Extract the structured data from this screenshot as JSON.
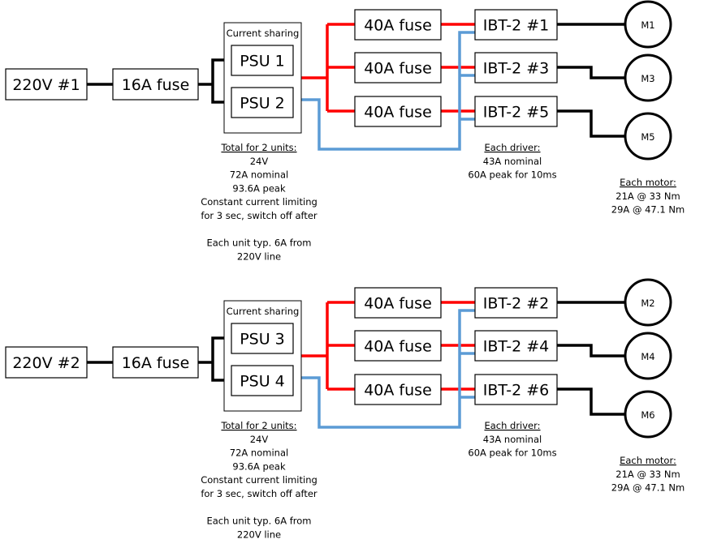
{
  "colors": {
    "black_wire": "#000000",
    "red_wire": "#ff0000",
    "blue_wire": "#5b9bd5"
  },
  "circuits": [
    {
      "mains": "220V #1",
      "main_fuse": "16A fuse",
      "sharing_label": "Current sharing",
      "psus": [
        "PSU 1",
        "PSU 2"
      ],
      "fuses": [
        "40A fuse",
        "40A fuse",
        "40A fuse"
      ],
      "drivers": [
        "IBT-2 #1",
        "IBT-2 #3",
        "IBT-2 #5"
      ],
      "motors": [
        "M1",
        "M3",
        "M5"
      ],
      "psu_note": {
        "heading": "Total for 2 units:",
        "lines": [
          "24V",
          "72A nominal",
          "93.6A peak",
          "Constant current limiting",
          "for 3 sec, switch off after",
          "",
          "Each unit typ. 6A from",
          "220V line"
        ]
      },
      "driver_note": {
        "heading": "Each driver:",
        "lines": [
          "43A nominal",
          "60A peak for 10ms"
        ]
      },
      "motor_note": {
        "heading": "Each motor:",
        "lines": [
          "21A @ 33 Nm",
          "29A @ 47.1 Nm"
        ]
      }
    },
    {
      "mains": "220V #2",
      "main_fuse": "16A fuse",
      "sharing_label": "Current sharing",
      "psus": [
        "PSU 3",
        "PSU 4"
      ],
      "fuses": [
        "40A fuse",
        "40A fuse",
        "40A fuse"
      ],
      "drivers": [
        "IBT-2 #2",
        "IBT-2 #4",
        "IBT-2 #6"
      ],
      "motors": [
        "M2",
        "M4",
        "M6"
      ],
      "psu_note": {
        "heading": "Total for 2 units:",
        "lines": [
          "24V",
          "72A nominal",
          "93.6A peak",
          "Constant current limiting",
          "for 3 sec, switch off after",
          "",
          "Each unit typ. 6A from",
          "220V line"
        ]
      },
      "driver_note": {
        "heading": "Each driver:",
        "lines": [
          "43A nominal",
          "60A peak for 10ms"
        ]
      },
      "motor_note": {
        "heading": "Each motor:",
        "lines": [
          "21A @ 33 Nm",
          "29A @ 47.1 Nm"
        ]
      }
    }
  ]
}
